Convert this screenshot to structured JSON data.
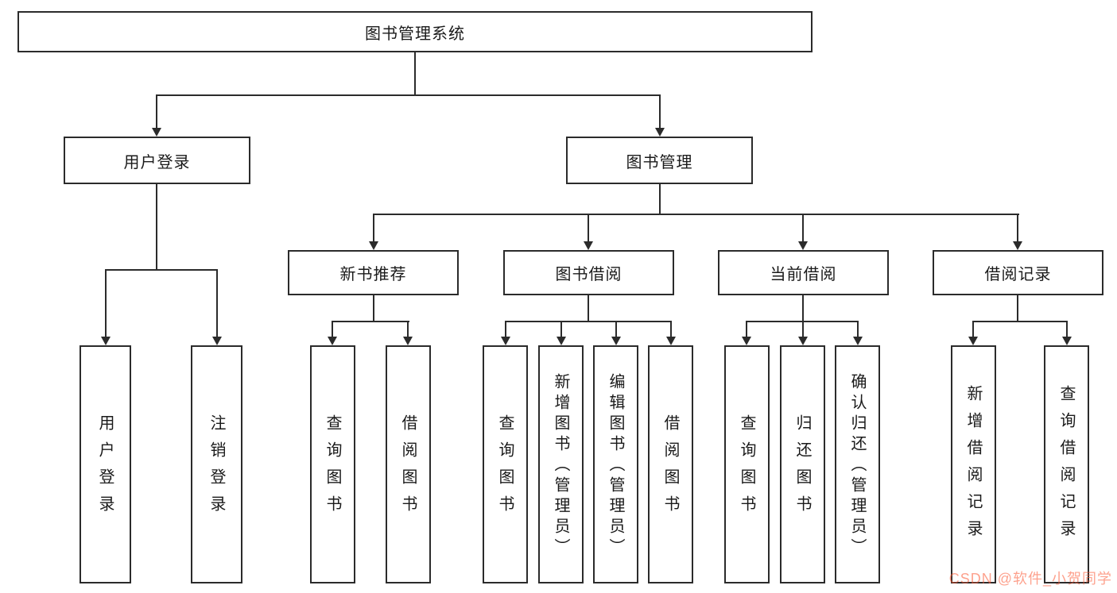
{
  "colors": {
    "line": "#2b2b2b",
    "watermark": "#fc5531"
  },
  "watermark": "CSDN @软件_小贺同学",
  "tree": {
    "root": "图书管理系统",
    "branches": [
      {
        "label": "用户登录",
        "leaves": [
          "用户登录",
          "注销登录"
        ]
      },
      {
        "label": "图书管理",
        "groups": [
          {
            "label": "新书推荐",
            "leaves": [
              "查询图书",
              "借阅图书"
            ]
          },
          {
            "label": "图书借阅",
            "leaves": [
              "查询图书",
              "新增图书（管理员）",
              "编辑图书（管理员）",
              "借阅图书"
            ]
          },
          {
            "label": "当前借阅",
            "leaves": [
              "查询图书",
              "归还图书",
              "确认归还（管理员）"
            ]
          },
          {
            "label": "借阅记录",
            "leaves": [
              "新增借阅记录",
              "查询借阅记录"
            ]
          }
        ]
      }
    ]
  }
}
